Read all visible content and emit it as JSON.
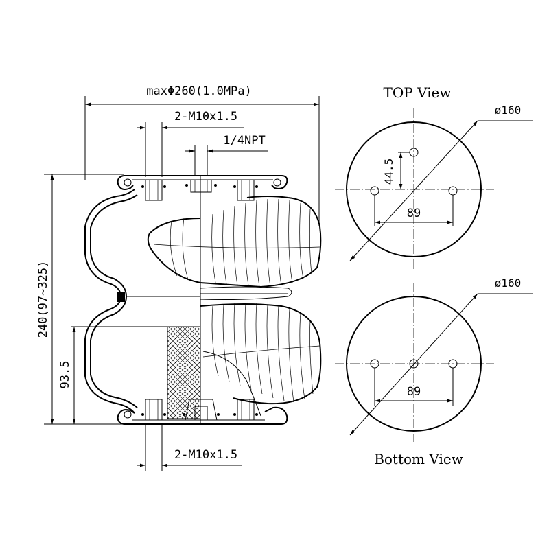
{
  "side_view": {
    "max_diameter": "maxΦ260(1.0MPa)",
    "top_bolts": "2-M10x1.5",
    "air_inlet": "1/4NPT",
    "height_range": "240(97∼325)",
    "lower_height": "93.5",
    "bottom_bolts": "2-M10x1.5"
  },
  "top_view": {
    "title": "TOP View",
    "diameter": "ø160",
    "offset": "44.5",
    "bolt_spacing": "89"
  },
  "bottom_view": {
    "title": "Bottom View",
    "diameter": "ø160",
    "bolt_spacing": "89"
  }
}
